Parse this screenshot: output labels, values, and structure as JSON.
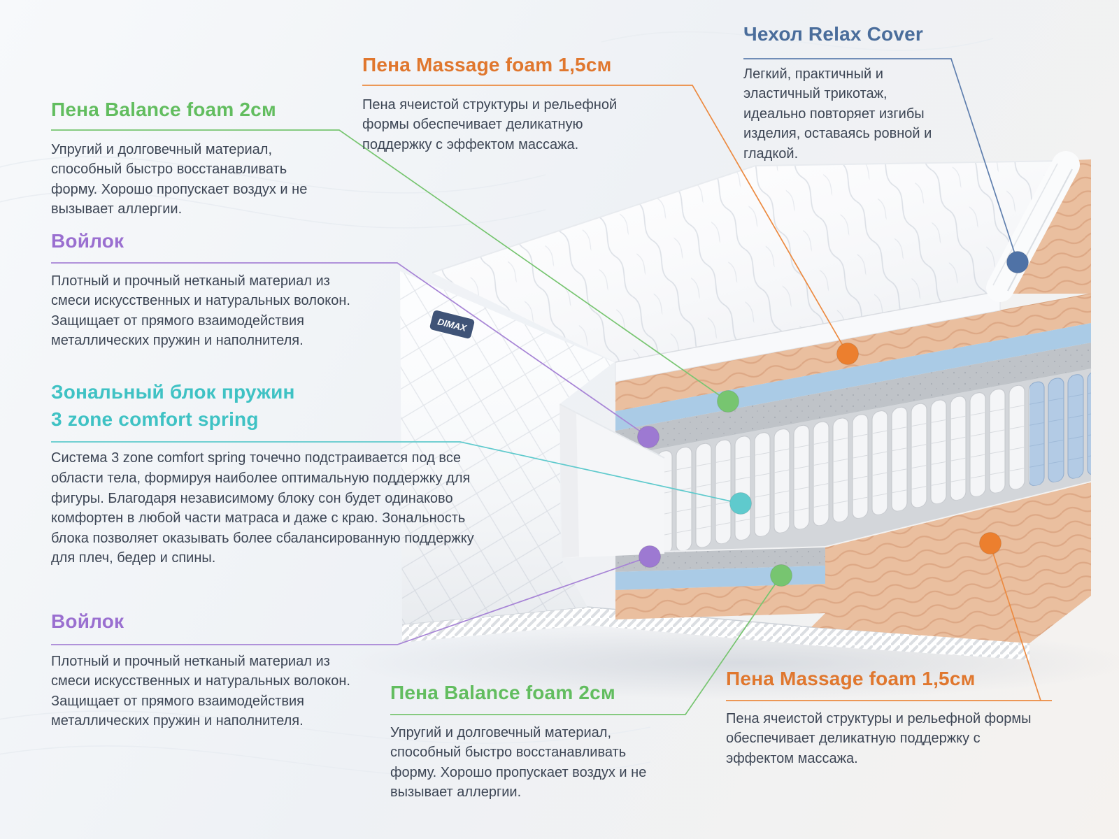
{
  "brand": {
    "logo": "DIMAX"
  },
  "colors": {
    "orange": "#E0772E",
    "blue": "#4A6D9B",
    "green": "#62BD5F",
    "purple": "#9A6FD0",
    "teal": "#3FC2C4",
    "body_text": "#3C4554",
    "foam_peach": "#EABF9F",
    "foam_blue": "#AACBE6",
    "felt_grey": "#BFC3C8"
  },
  "callouts": {
    "massage_foam_top": {
      "title": "Пена Massage foam 1,5см",
      "body": "Пена ячеистой структуры и рельефной формы обеспечивает деликатную поддержку с эффектом массажа."
    },
    "relax_cover": {
      "title": "Чехол Relax Cover",
      "body": "Легкий, практичный и эластичный трикотаж, идеально повторяет изгибы изделия, оставаясь ровной и гладкой."
    },
    "balance_foam_top": {
      "title": "Пена Balance foam 2см",
      "body": "Упругий и долговечный материал, способный быстро восстанавливать форму. Хорошо пропускает воздух и не вызывает аллергии."
    },
    "felt_top": {
      "title": "Войлок",
      "body": "Плотный и прочный нетканый материал из смеси искусственных и натуральных волокон. Защищает от прямого взаимодействия металлических пружин и наполнителя."
    },
    "spring_block": {
      "title_line1": "Зональный блок пружин",
      "title_line2": "3 zone comfort spring",
      "body": "Система 3 zone comfort spring точечно подстраивается под все области тела, формируя наиболее оптимальную поддержку для фигуры. Благодаря независимому блоку сон будет одинаково комфортен в любой части матраса и даже с краю. Зональность блока позволяет оказывать более сбалансированную поддержку для плеч, бедер и спины."
    },
    "felt_bottom": {
      "title": "Войлок",
      "body": "Плотный и прочный нетканый материал из смеси искусственных и натуральных волокон. Защищает от прямого взаимодействия металлических пружин и наполнителя."
    },
    "balance_foam_bottom": {
      "title": "Пена Balance foam 2см",
      "body": "Упругий и долговечный материал, способный быстро восстанавливать форму. Хорошо пропускает воздух и не вызывает аллергии."
    },
    "massage_foam_bottom": {
      "title": "Пена Massage foam 1,5см",
      "body": "Пена ячеистой структуры и рельефной формы обеспечивает деликатную поддержку с эффектом массажа."
    }
  }
}
